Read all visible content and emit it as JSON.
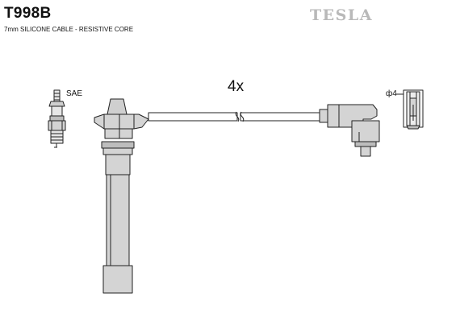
{
  "header": {
    "part_number": "T998B",
    "spec": "7mm SILICONE CABLE - RESISTIVE CORE",
    "brand_logo": "TESLA"
  },
  "diagram": {
    "quantity_label": "4x",
    "spark_plug_label": "SAE",
    "terminal_label": "ф4"
  },
  "colors": {
    "line": "#222222",
    "part_fill": "#d4d4d4",
    "part_fill_dark": "#bdbdbd",
    "logo": "#b9b9b9"
  }
}
